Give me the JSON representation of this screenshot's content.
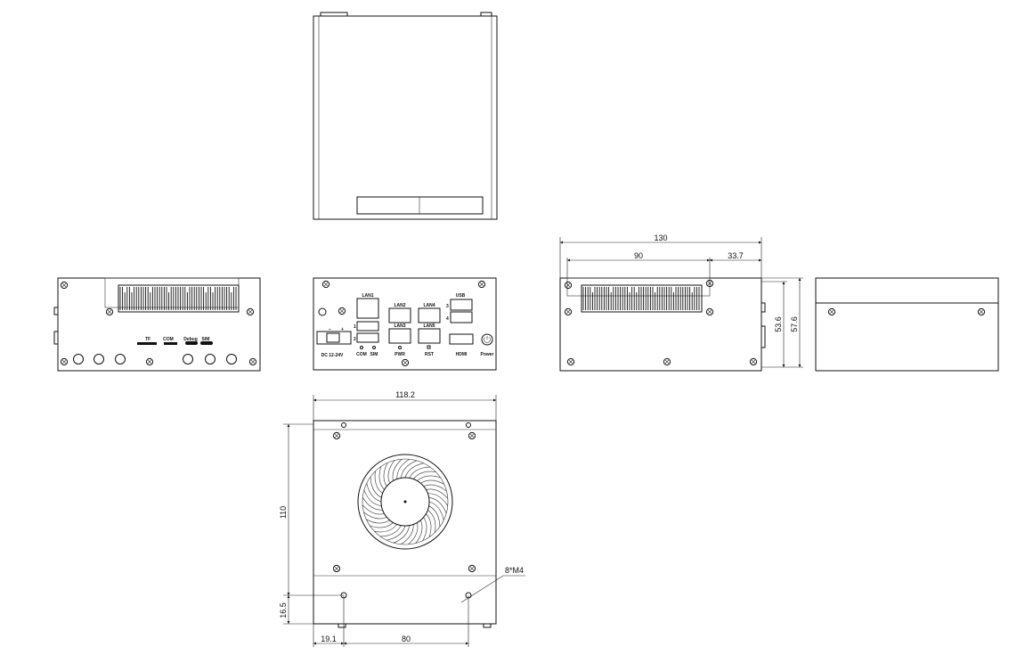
{
  "drawing": {
    "views": [
      "top-view",
      "left-side-view",
      "rear-io-panel",
      "right-side-view",
      "front-view",
      "bottom-view"
    ],
    "dimensions": {
      "overall_length": "130",
      "vent_offset": "90",
      "vent_to_edge": "33.7",
      "body_height": "53.6",
      "overall_height": "57.6",
      "bottom_width": "118.2",
      "bottom_depth": "110",
      "hole_offset_y": "16.5",
      "hole_offset_x": "19.1",
      "hole_spacing": "80",
      "mount_callout": "8*M4"
    },
    "rear_panel_labels": {
      "lan1": "LAN1",
      "lan2": "LAN2",
      "lan3": "LAN3",
      "lan4": "LAN4",
      "lan5": "LAN5",
      "usb": "USB",
      "usb1": "1",
      "usb2": "2",
      "usb3": "3",
      "usb4": "4",
      "dc": "DC 12-24V",
      "minus": "−",
      "plus": "+",
      "com": "COM",
      "sim": "SIM",
      "pwr": "PWR",
      "rst": "RST",
      "hdmi": "HDMI",
      "power": "Power"
    },
    "side_panel_labels": {
      "tf": "TF",
      "com": "COM",
      "debug": "Debug",
      "sim": "SIM"
    }
  }
}
